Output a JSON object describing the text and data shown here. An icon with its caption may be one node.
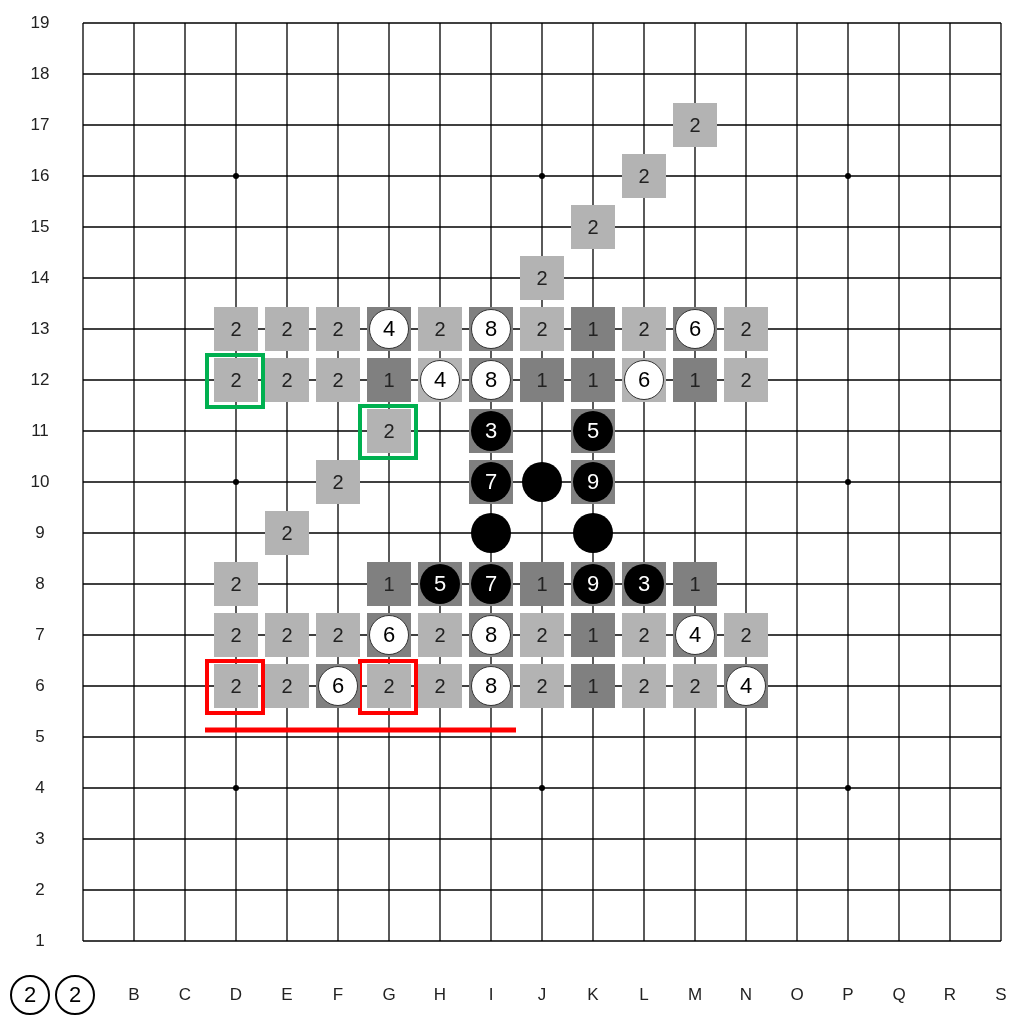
{
  "diagram": {
    "nodes": [
      {
        "text": [
          "2"
        ]
      },
      {
        "text": [
          "2"
        ]
      },
      {
        "text": [
          "2"
        ]
      },
      {
        "text": [
          "2"
        ]
      },
      {
        "text": [
          "2"
        ]
      },
      {
        "text": [
          "2"
        ]
      },
      {
        "text": [
          "2"
        ]
      },
      {
        "text": [
          "4"
        ]
      },
      {
        "text": [
          "2"
        ]
      },
      {
        "text": [
          "8"
        ]
      },
      {
        "text": [
          "2"
        ]
      },
      {
        "text": [
          "1"
        ]
      },
      {
        "text": [
          "2"
        ]
      },
      {
        "text": [
          "6"
        ]
      },
      {
        "text": [
          "2"
        ]
      },
      {
        "text": [
          "2"
        ]
      },
      {
        "text": [
          "2"
        ]
      },
      {
        "text": [
          "2"
        ]
      },
      {
        "text": [
          "1"
        ]
      },
      {
        "text": [
          "4"
        ]
      },
      {
        "text": [
          "8"
        ]
      },
      {
        "text": [
          "1"
        ]
      },
      {
        "text": [
          "1"
        ]
      },
      {
        "text": [
          "6"
        ]
      },
      {
        "text": [
          "1"
        ]
      },
      {
        "text": [
          "2"
        ]
      },
      {
        "text": [
          "2"
        ]
      },
      {
        "text": [
          "3"
        ]
      },
      {
        "text": [
          "5"
        ]
      },
      {
        "text": [
          "2"
        ]
      },
      {
        "text": [
          "7"
        ]
      },
      {
        "text": [],
        "shape": "circle"
      },
      {
        "text": [
          "9"
        ]
      },
      {
        "text": [
          "2"
        ]
      },
      {
        "text": [],
        "shape": "circle"
      },
      {
        "text": [],
        "shape": "circle"
      },
      {
        "text": [
          "2"
        ]
      },
      {
        "text": [
          "1"
        ]
      },
      {
        "text": [
          "5"
        ]
      },
      {
        "text": [
          "7"
        ]
      },
      {
        "text": [
          "1"
        ]
      },
      {
        "text": [
          "9"
        ]
      },
      {
        "text": [
          "3"
        ]
      },
      {
        "text": [
          "1"
        ]
      },
      {
        "text": [
          "2"
        ]
      },
      {
        "text": [
          "2"
        ]
      },
      {
        "text": [
          "2"
        ]
      },
      {
        "text": [
          "6"
        ]
      },
      {
        "text": [
          "2"
        ]
      },
      {
        "text": [
          "8"
        ]
      },
      {
        "text": [
          "2"
        ]
      },
      {
        "text": [
          "1"
        ]
      },
      {
        "text": [
          "2"
        ]
      },
      {
        "text": [
          "4"
        ]
      },
      {
        "text": [
          "2"
        ]
      },
      {
        "text": [
          "2"
        ]
      },
      {
        "text": [
          "2"
        ]
      },
      {
        "text": [
          "6"
        ]
      },
      {
        "text": [
          "2"
        ]
      },
      {
        "text": [
          "2"
        ]
      },
      {
        "text": [
          "8"
        ]
      },
      {
        "text": [
          "2"
        ]
      },
      {
        "text": [
          "1"
        ]
      },
      {
        "text": [
          "2"
        ]
      },
      {
        "text": [
          "2"
        ]
      },
      {
        "text": [
          "4"
        ]
      },
      {
        "text": [
          "2"
        ]
      },
      {
        "text": [
          "2"
        ]
      }
    ],
    "labels": [
      "19",
      "18",
      "17",
      "16",
      "15",
      "14",
      "13",
      "12",
      "11",
      "10",
      "9",
      "8",
      "7",
      "6",
      "5",
      "4",
      "3",
      "2",
      "1",
      "B",
      "C",
      "D",
      "E",
      "F",
      "G",
      "H",
      "I",
      "J",
      "K",
      "L",
      "M",
      "N",
      "O",
      "P",
      "Q",
      "R",
      "S"
    ]
  }
}
